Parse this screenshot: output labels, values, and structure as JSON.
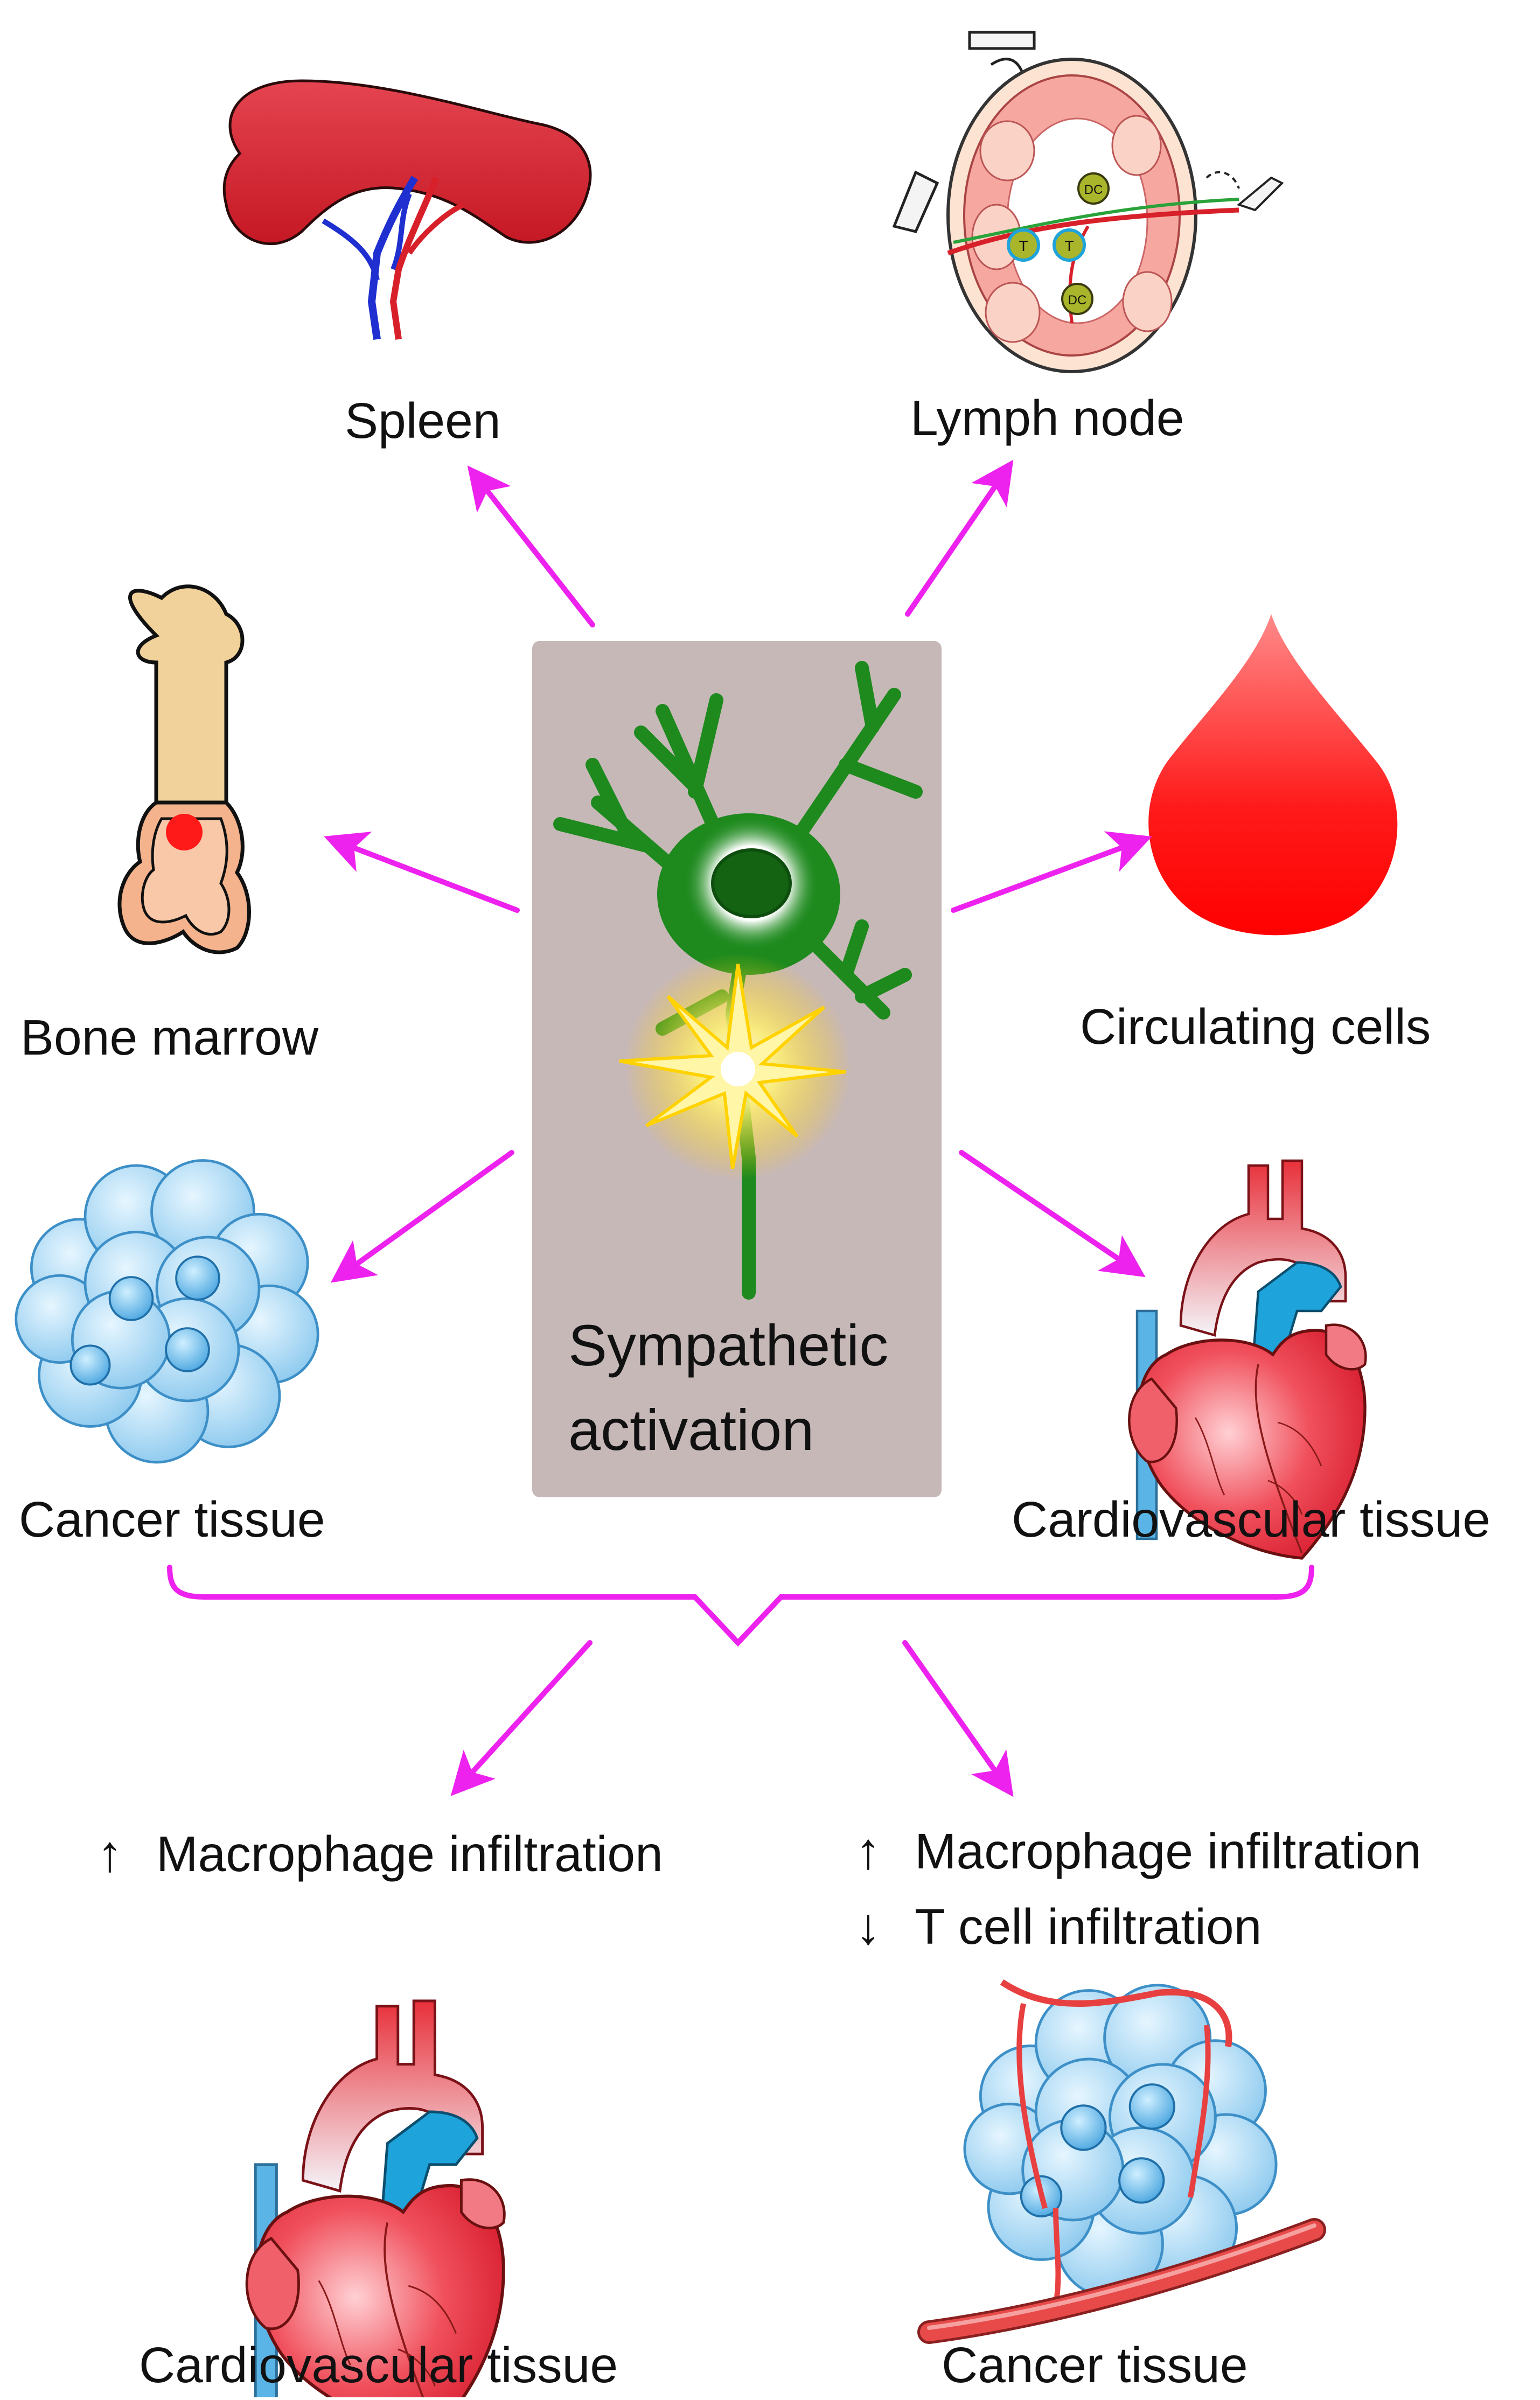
{
  "center": {
    "line1": "Sympathetic",
    "line2": "activation"
  },
  "targets": {
    "spleen": "Spleen",
    "lymph_node": "Lymph node",
    "bone_marrow": "Bone marrow",
    "circulating_cells": "Circulating cells",
    "cancer_tissue": "Cancer tissue",
    "cardiovascular_tissue": "Cardiovascular tissue"
  },
  "lymph_node_cells": {
    "dendritic": "DC",
    "t_cell": "T"
  },
  "outcomes": {
    "cardio": {
      "effects": [
        {
          "symbol": "↑",
          "text": "Macrophage infiltration"
        }
      ],
      "tissue": "Cardiovascular tissue"
    },
    "cancer": {
      "effects": [
        {
          "symbol": "↑",
          "text": "Macrophage infiltration"
        },
        {
          "symbol": "↓",
          "text": "T cell infiltration"
        }
      ],
      "tissue": "Cancer tissue"
    }
  },
  "colors": {
    "arrow": "#ee22ee",
    "center_box": "#c7b8b8",
    "neuron": "#1e8a1e",
    "spleen": "#d8202a",
    "blood": "#ff1a1a",
    "cancer_cells": "#9fd3f2",
    "heart": "#e83a46",
    "bone": "#f0d29a"
  }
}
